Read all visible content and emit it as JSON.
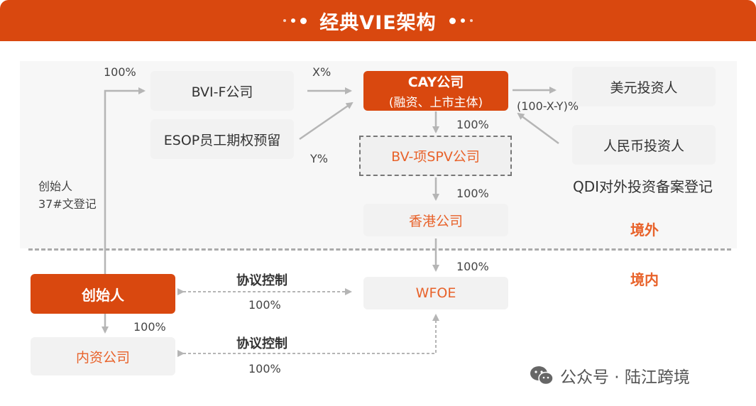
{
  "header": {
    "title": "经典VIE架构"
  },
  "nodes": {
    "bvi_f": "BVI-F公司",
    "esop": "ESOP员工期权预留",
    "cay_line1": "CAY公司",
    "cay_line2": "(融资、上市主体)",
    "usd_investor": "美元投资人",
    "rmb_investor": "人民币投资人",
    "bv_spv": "BV-项SPV公司",
    "hk_company": "香港公司",
    "founder": "创始人",
    "wfoe": "WFOE",
    "domestic_company": "内资公司"
  },
  "labels": {
    "founder_to_bvi_pct": "100%",
    "x_pct": "X%",
    "y_pct": "Y%",
    "investor_pct": "(100-X-Y)%",
    "cay_to_spv_pct": "100%",
    "spv_to_hk_pct": "100%",
    "hk_to_wfoe_pct": "100%",
    "founder_to_domestic_pct": "100%",
    "founder_note_line1": "创始人",
    "founder_note_line2": "37#文登记",
    "qdi_note": "QDI对外投资备案登记",
    "agreement_control_1": "协议控制",
    "agreement_pct_1": "100%",
    "agreement_control_2": "协议控制",
    "agreement_pct_2": "100%",
    "offshore": "境外",
    "onshore": "境内"
  },
  "colors": {
    "accent": "#d9480f",
    "accent_text": "#e8622a",
    "box_bg": "#f2f2f2",
    "arrow": "#b5b5b5"
  },
  "watermark": {
    "text": "公众号 · 陆江跨境",
    "icon": "wechat-icon"
  }
}
